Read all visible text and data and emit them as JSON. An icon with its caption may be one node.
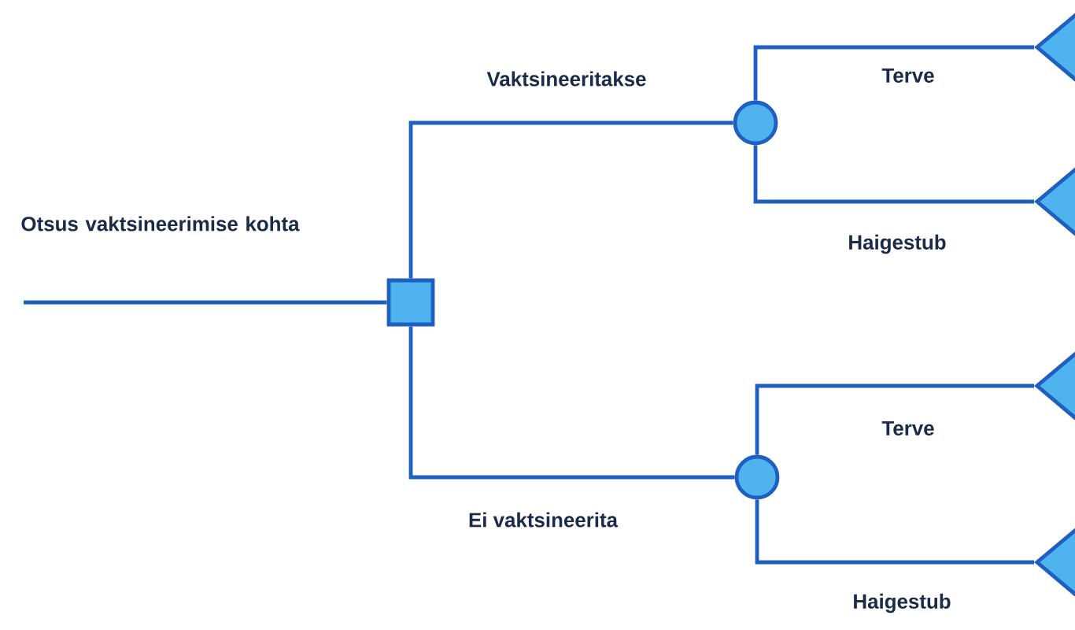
{
  "diagram": {
    "nodes": [
      {
        "text": [],
        "shape": "box"
      },
      {
        "text": [],
        "shape": "circle"
      },
      {
        "text": [],
        "shape": "circle"
      },
      {
        "text": [],
        "shape": "triangle"
      },
      {
        "text": [],
        "shape": "triangle"
      },
      {
        "text": [],
        "shape": "triangle"
      },
      {
        "text": [],
        "shape": "triangle"
      }
    ],
    "edges": [
      {
        "from": null,
        "to": 0,
        "arrow": "none",
        "label": "Otsus vaktsineerimise kohta"
      },
      {
        "from": 0,
        "to": 1,
        "arrow": "none",
        "label": "Vaktsineeritakse"
      },
      {
        "from": 0,
        "to": 2,
        "arrow": "none",
        "label": "Ei vaktsineerita"
      },
      {
        "from": 1,
        "to": 3,
        "arrow": "none",
        "label": "Terve"
      },
      {
        "from": 1,
        "to": 4,
        "arrow": "none",
        "label": "Haigestub"
      },
      {
        "from": 2,
        "to": 5,
        "arrow": "none",
        "label": "Terve"
      },
      {
        "from": 2,
        "to": 6,
        "arrow": "none",
        "label": "Haigestub"
      }
    ]
  }
}
